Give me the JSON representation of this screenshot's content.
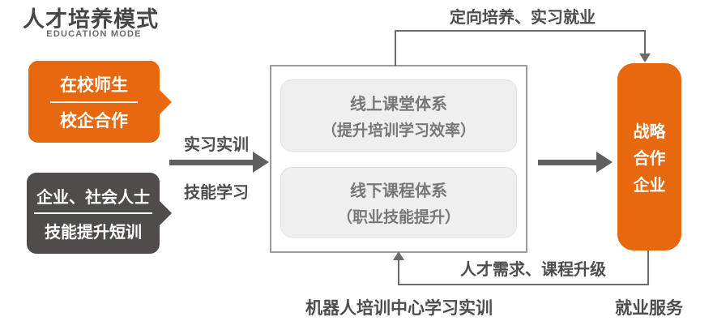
{
  "title": {
    "main": "人才培养模式",
    "subtitle": "EDUCATION MODE"
  },
  "left_boxes": [
    {
      "line1": "在校师生",
      "line2": "校企合作"
    },
    {
      "line1": "企业、社会人士",
      "line2": "技能提升短训"
    }
  ],
  "transfer": {
    "top_label": "实习实训",
    "bottom_label": "技能学习"
  },
  "center_box": {
    "items": [
      {
        "line1": "线上课堂体系",
        "line2": "（提升培训学习效率）"
      },
      {
        "line1": "线下课程体系",
        "line2": "（职业技能提升）"
      }
    ],
    "caption": "机器人培训中心学习实训"
  },
  "right_box": {
    "lines": [
      "战略",
      "合作",
      "企业"
    ],
    "caption": "就业服务"
  },
  "flows": {
    "top_label": "定向培养、实习就业",
    "bottom_label": "人才需求、课程升级"
  },
  "colors": {
    "accent_orange": "#e7680e",
    "dark_gray_box": "#504c4c",
    "line_gray": "#6b6b6b",
    "arrow_gray": "#5f5f5f",
    "label_text": "#4d4d4d",
    "inner_text": "#777777",
    "inner_fill": "#efefef",
    "center_border": "#9c9c9c",
    "title_text": "#464646"
  }
}
